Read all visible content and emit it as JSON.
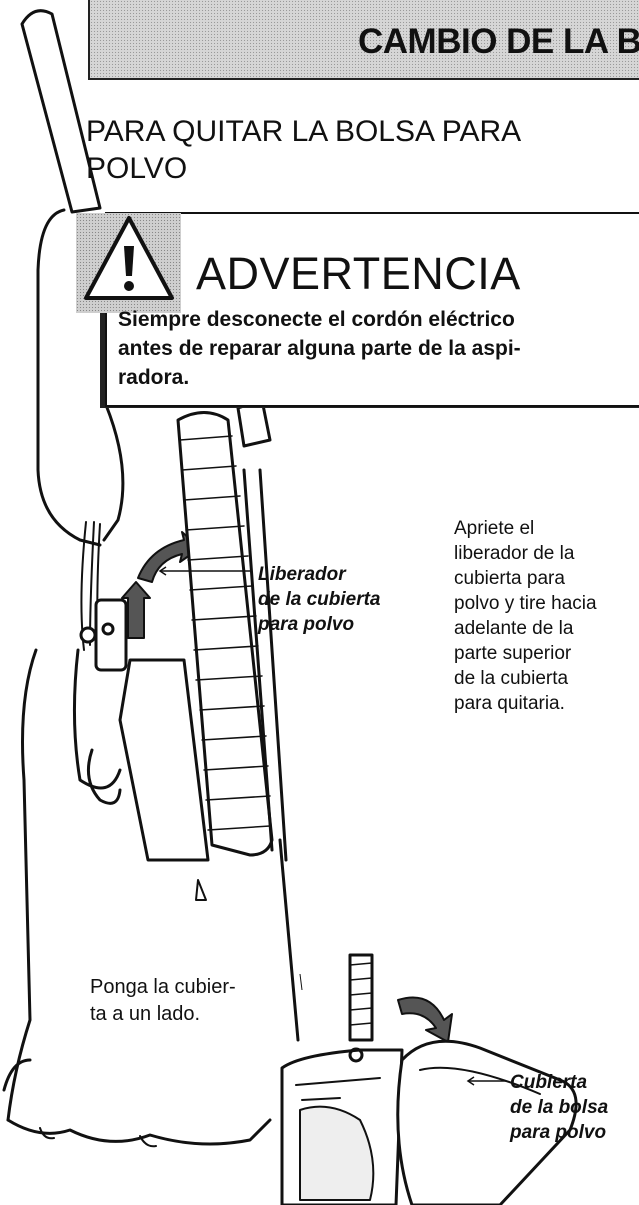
{
  "header": {
    "title": "CAMBIO DE LA B"
  },
  "section": {
    "heading_line1": "PARA QUITAR LA BOLSA PARA",
    "heading_line2": "POLVO"
  },
  "warning": {
    "title": "ADVERTENCIA",
    "icon": "warning-triangle-exclamation-icon",
    "body_line1": "Siempre desconecte el cordón eléctrico",
    "body_line2": "antes de reparar alguna parte de la aspi-",
    "body_line3": "radora."
  },
  "callouts": {
    "release_line1": "Liberador",
    "release_line2": "de la cubierta",
    "release_line3": "para polvo",
    "cover_line1": "Cubierta",
    "cover_line2": "de la bolsa",
    "cover_line3": "para polvo"
  },
  "instructions": {
    "step1_lines": [
      "Apriete el",
      "liberador de la",
      "cubierta para",
      "polvo y tire hacia",
      "adelante de la",
      "parte superior",
      "de la cubierta",
      "para quitaria."
    ],
    "step2_line1": "Ponga la cubier-",
    "step2_line2": "ta a un lado."
  },
  "colors": {
    "ink": "#111111",
    "header_screen": "#d6d6d6",
    "paper": "#ffffff"
  }
}
